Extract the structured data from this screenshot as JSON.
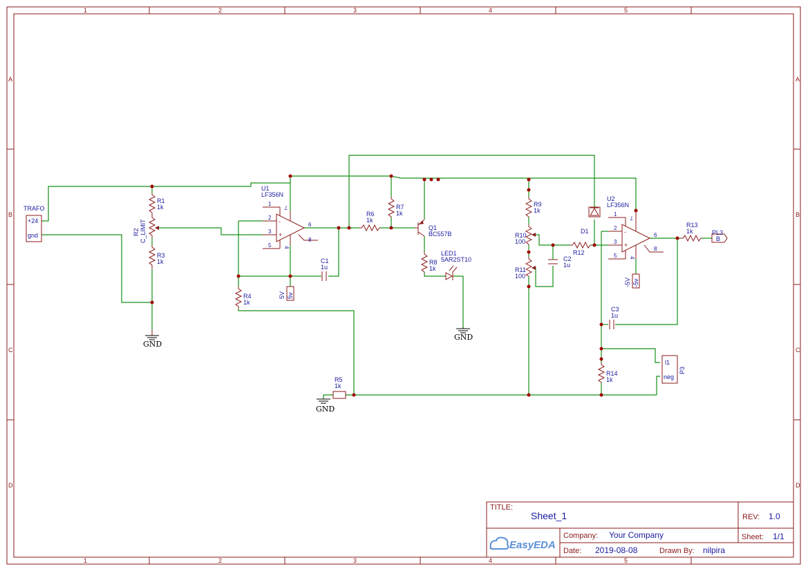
{
  "zones": {
    "cols": [
      "1",
      "2",
      "3",
      "4",
      "5"
    ],
    "rows": [
      "A",
      "B",
      "C",
      "D"
    ]
  },
  "components": {
    "trafo": {
      "name": "TRAFO",
      "pin1": "+24",
      "pin2": "gnd"
    },
    "r1": {
      "ref": "R1",
      "val": "1k"
    },
    "r2": {
      "ref": "R2",
      "val": "C_LIMIT"
    },
    "r3": {
      "ref": "R3",
      "val": "1k"
    },
    "r4": {
      "ref": "R4",
      "val": "1k"
    },
    "r5": {
      "ref": "R5",
      "val": "1k"
    },
    "r6": {
      "ref": "R6",
      "val": "1k"
    },
    "r7": {
      "ref": "R7",
      "val": "1k"
    },
    "r8": {
      "ref": "R8",
      "val": "1k"
    },
    "r9": {
      "ref": "R9",
      "val": "1k"
    },
    "r10": {
      "ref": "R10",
      "val": "100"
    },
    "r11": {
      "ref": "R11",
      "val": "100"
    },
    "r12": {
      "ref": "R12"
    },
    "r13": {
      "ref": "R13",
      "val": "1k"
    },
    "r14": {
      "ref": "R14",
      "val": "1k"
    },
    "u1": {
      "ref": "U1",
      "val": "LF356N",
      "pins": [
        "1",
        "2",
        "3",
        "5",
        "6",
        "7",
        "8",
        "4"
      ],
      "minus": "-",
      "plus": "+"
    },
    "u2": {
      "ref": "U2",
      "val": "LF356N",
      "pins": [
        "1",
        "2",
        "3",
        "5",
        "6",
        "7",
        "8",
        "4"
      ],
      "minus": "-",
      "plus": "+"
    },
    "c1": {
      "ref": "C1",
      "val": "1u"
    },
    "c2": {
      "ref": "C2",
      "val": "1u"
    },
    "c3": {
      "ref": "C3",
      "val": "1u"
    },
    "q1": {
      "ref": "Q1",
      "val": "BC557B"
    },
    "led1": {
      "ref": "LED1",
      "val": "5AR2ST10"
    },
    "d1": {
      "ref": "D1"
    },
    "p3": {
      "ref": "P3",
      "pin1": "l1",
      "pin2": "neg"
    },
    "pl3": {
      "ref": "PL3",
      "val": "B"
    },
    "pwr1": {
      "net": "5V",
      "box": "5v"
    },
    "pwr2": {
      "net": "-5V",
      "box": "-5v"
    },
    "gnd_label": "GND"
  },
  "title_block": {
    "title_label": "TITLE:",
    "title": "Sheet_1",
    "rev_label": "REV:",
    "rev": "1.0",
    "company_label": "Company:",
    "company": "Your Company",
    "sheet_label": "Sheet:",
    "sheet": "1/1",
    "date_label": "Date:",
    "date": "2019-08-08",
    "drawn_label": "Drawn By:",
    "drawn_by": "nilpira",
    "logo": "EasyEDA"
  }
}
